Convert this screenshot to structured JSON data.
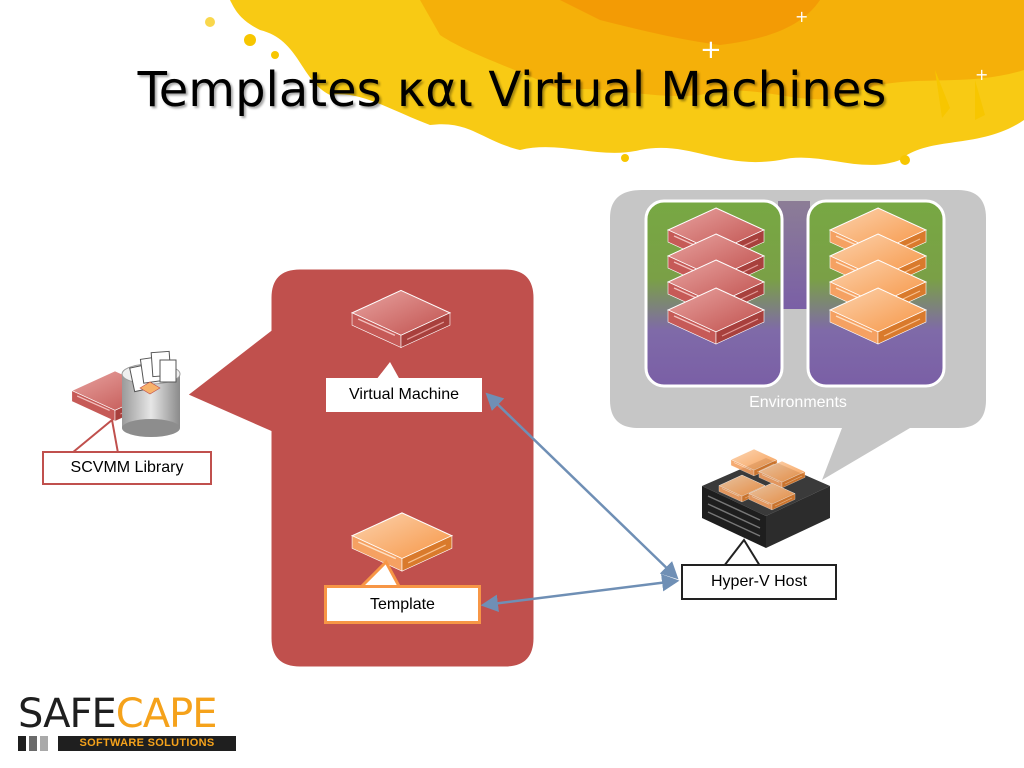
{
  "slide": {
    "title": "Templates και Virtual Machines"
  },
  "labels": {
    "virtual_machine": "Virtual Machine",
    "scvmm_library": "SCVMM Library",
    "template": "Template",
    "hyperv_host": "Hyper-V Host",
    "environments": "Environments"
  },
  "logo": {
    "word_dark": "SAFE",
    "word_accent": "CAPE",
    "tagline": "SOFTWARE SOLUTIONS"
  },
  "colors": {
    "library_red": "#c0504d",
    "template_orange": "#f79646",
    "environment_purple": "#7c62a8",
    "environment_green": "#7fa844",
    "callout_gray": "#c8c8c8",
    "splash_yellow": "#f5c400",
    "logo_accent": "#f5a21b"
  },
  "icons": {
    "vm_server": "red-server-icon",
    "template_server": "orange-server-icon",
    "library": "database-library-icon",
    "host": "hyperv-host-server-icon",
    "connector": "double-arrow-icon"
  }
}
